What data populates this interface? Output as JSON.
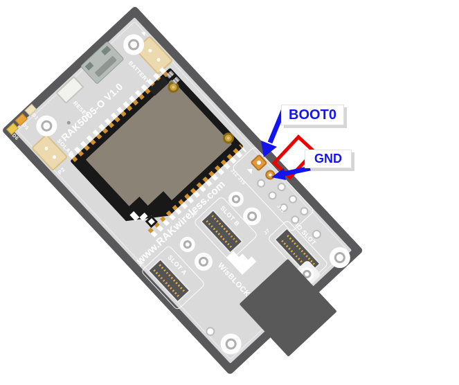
{
  "annotations": {
    "boot0_label": "BOOT0",
    "gnd_label": "GND"
  },
  "board": {
    "title": "RAK5005-O V1.0",
    "website": "www.RAKwireless.com",
    "brand": "WisBLOCK",
    "silkscreen": {
      "reset": "RESET",
      "battery": "BATTERY",
      "solar": "SOLAR",
      "p2": "P2",
      "led_d6": "D6",
      "led_d5": "D5",
      "led_d1": "D1",
      "slot_a": "SLOT A",
      "slot_b": "SLOT B",
      "io_slot": "IO SLOT",
      "j4": "J4",
      "j6": "J6",
      "j7": "J7",
      "j11": "J11",
      "j12_j10": "J12 J10"
    }
  },
  "colors": {
    "annotation_blue": "#1414f0",
    "annotation_red": "#ee0000",
    "board_edge_grey": "#59595b",
    "pcb_grey": "#dadada",
    "module_black": "#181818",
    "shield_taupe": "#8a8376",
    "pad_gold": "#d2912e",
    "connector_beige": "#ecdaae",
    "dark_block_grey": "#595959"
  }
}
